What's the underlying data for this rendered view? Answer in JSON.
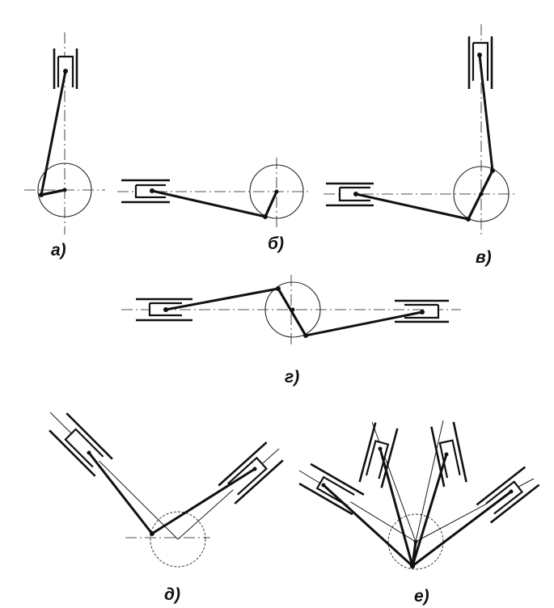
{
  "labels": {
    "a": "а)",
    "b": "б)",
    "v": "в)",
    "g": "г)",
    "d": "д)",
    "e": "е)"
  }
}
